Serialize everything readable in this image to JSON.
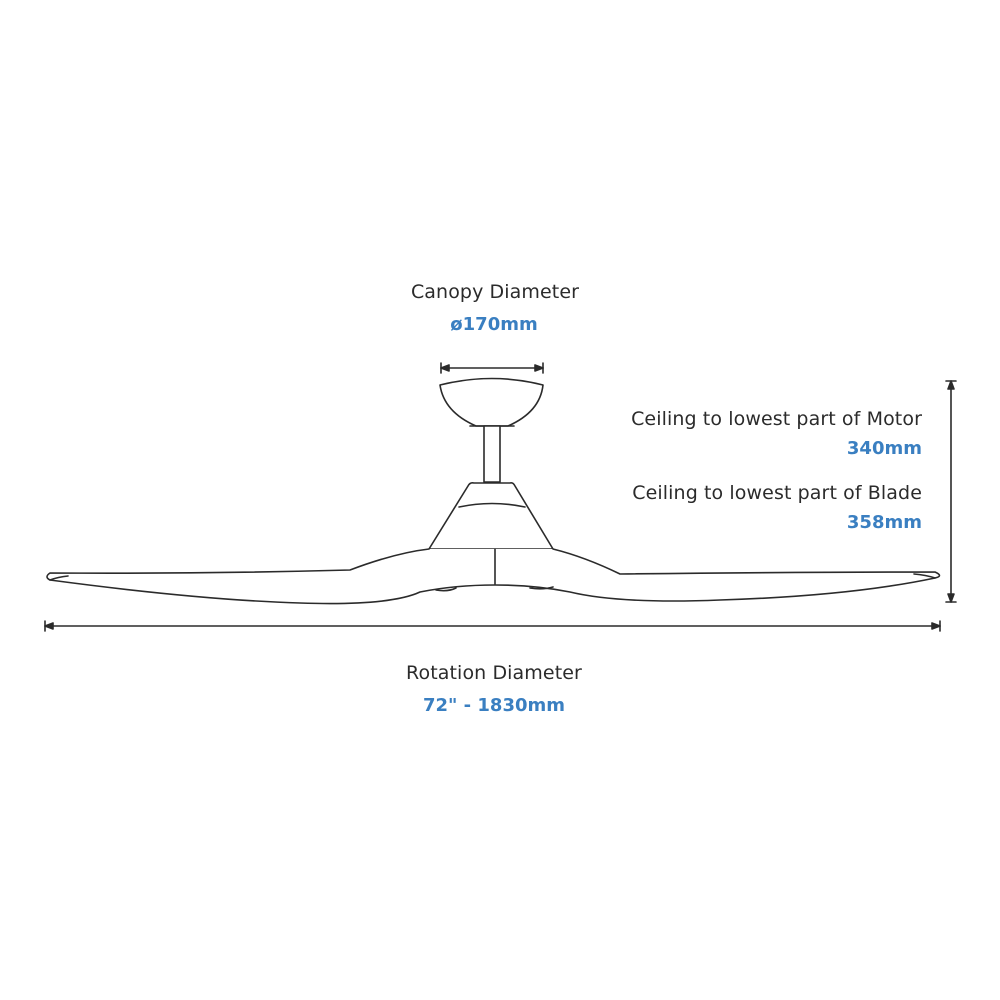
{
  "colors": {
    "line": "#2b2b2b",
    "accent": "#3a7fc1",
    "text": "#2b2b2b"
  },
  "canopy": {
    "label": "Canopy Diameter",
    "value": "ø170mm"
  },
  "motor_drop": {
    "label": "Ceiling to lowest part of Motor",
    "value": "340mm"
  },
  "blade_drop": {
    "label": "Ceiling to lowest part of Blade",
    "value": "358mm"
  },
  "rotation": {
    "label": "Rotation Diameter",
    "value": "72\" - 1830mm"
  }
}
